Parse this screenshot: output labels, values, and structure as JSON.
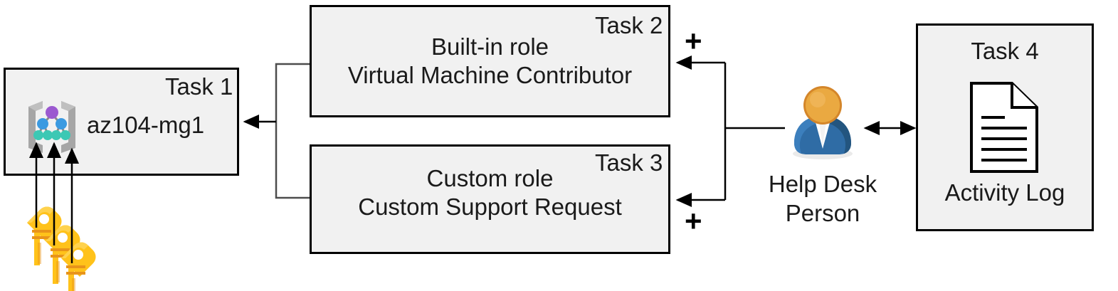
{
  "diagram": {
    "title": "Azure RBAC task assignment diagram",
    "background": "#ffffff",
    "box_fill": "#f1f1f1",
    "box_stroke": "#000000",
    "text_color": "#1a1a1a"
  },
  "nodes": {
    "task1": {
      "label": "Task 1",
      "name": "az104-mg1",
      "icon": "management-group-icon",
      "icon_colors": {
        "bracket": "#a6a6a6",
        "root_node": "#9b59d0",
        "mid_node": "#3b9ae1",
        "leaf_node": "#3cc8b4"
      }
    },
    "task2": {
      "label": "Task 2",
      "line1": "Built-in role",
      "line2": "Virtual Machine Contributor"
    },
    "task3": {
      "label": "Task 3",
      "line1": "Custom role",
      "line2": "Custom Support Request"
    },
    "task4": {
      "label": "Task 4",
      "caption": "Activity Log",
      "icon": "document-icon"
    },
    "person": {
      "caption_line1": "Help Desk",
      "caption_line2": "Person",
      "icon": "user-icon",
      "icon_colors": {
        "head": "#e8a33d",
        "head_dark": "#d4862a",
        "body": "#2f6ca5",
        "body_dark": "#1f4e7a",
        "collar": "#ffffff"
      }
    },
    "keys": {
      "icon": "keys-icon",
      "count": 3,
      "colors": {
        "key_light": "#ffd24d",
        "key_mid": "#ffc21a",
        "key_dark": "#f5a623"
      }
    }
  },
  "operators": {
    "plus_top": "+",
    "plus_bottom": "+"
  },
  "connectors": [
    {
      "name": "task2-to-task1",
      "type": "arrow-left"
    },
    {
      "name": "task3-to-task1",
      "type": "arrow-left"
    },
    {
      "name": "person-to-task2",
      "type": "arrow-left"
    },
    {
      "name": "person-to-task3",
      "type": "arrow-left"
    },
    {
      "name": "person-to-task4",
      "type": "arrow-double"
    },
    {
      "name": "keys-to-task1",
      "type": "arrow-up",
      "count": 3
    }
  ]
}
